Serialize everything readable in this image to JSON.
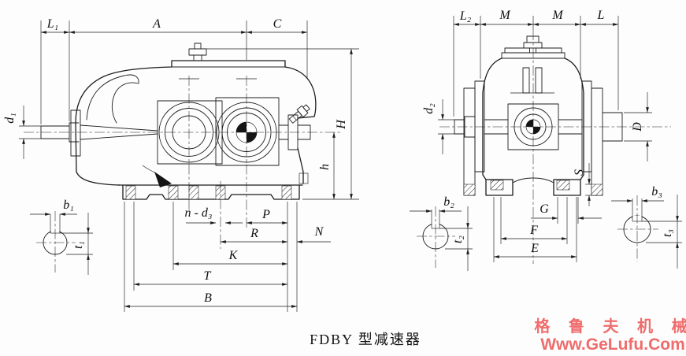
{
  "caption": "FDBY 型减速器",
  "watermark": {
    "line1": "格 鲁 夫 机 械",
    "line2": "Www.GeLufu.Com",
    "color": "#ef6c6c"
  },
  "dims": {
    "L1": "L₁",
    "A": "A",
    "C": "C",
    "d1": "d₁",
    "H": "H",
    "h": "h",
    "b1": "b₁",
    "t1": "t₁",
    "n_d3": "n - d₃",
    "P": "P",
    "R": "R",
    "N": "N",
    "K": "K",
    "T": "T",
    "B": "B",
    "L2": "L₂",
    "M1": "M",
    "M2": "M",
    "L": "L",
    "d2": "d₂",
    "D": "D",
    "S": "S",
    "G": "G",
    "F": "F",
    "E": "E",
    "b2": "b₂",
    "t2": "t₂",
    "b3": "b₃",
    "t3": "t₃"
  }
}
